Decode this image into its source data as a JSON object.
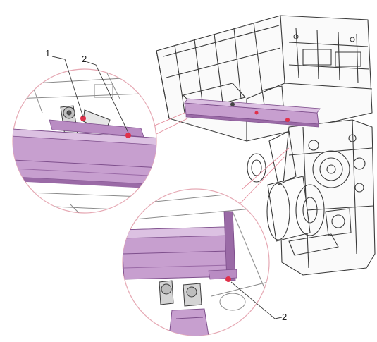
{
  "labels": {
    "callout_1": "1",
    "callout_2_top": "2",
    "callout_2_bottom": "2"
  },
  "colors": {
    "line": "#3a3a3a",
    "light_line": "#8a8a8a",
    "highlight_fill": "#c79fcf",
    "highlight_dark": "#9a6aa6",
    "highlight_edge": "#7e4f8c",
    "accent_red": "#e0304a",
    "callout_circle": "#e6a9b4",
    "leader": "#e48b9a"
  },
  "icons": {
    "marker": "red-dot-marker"
  }
}
